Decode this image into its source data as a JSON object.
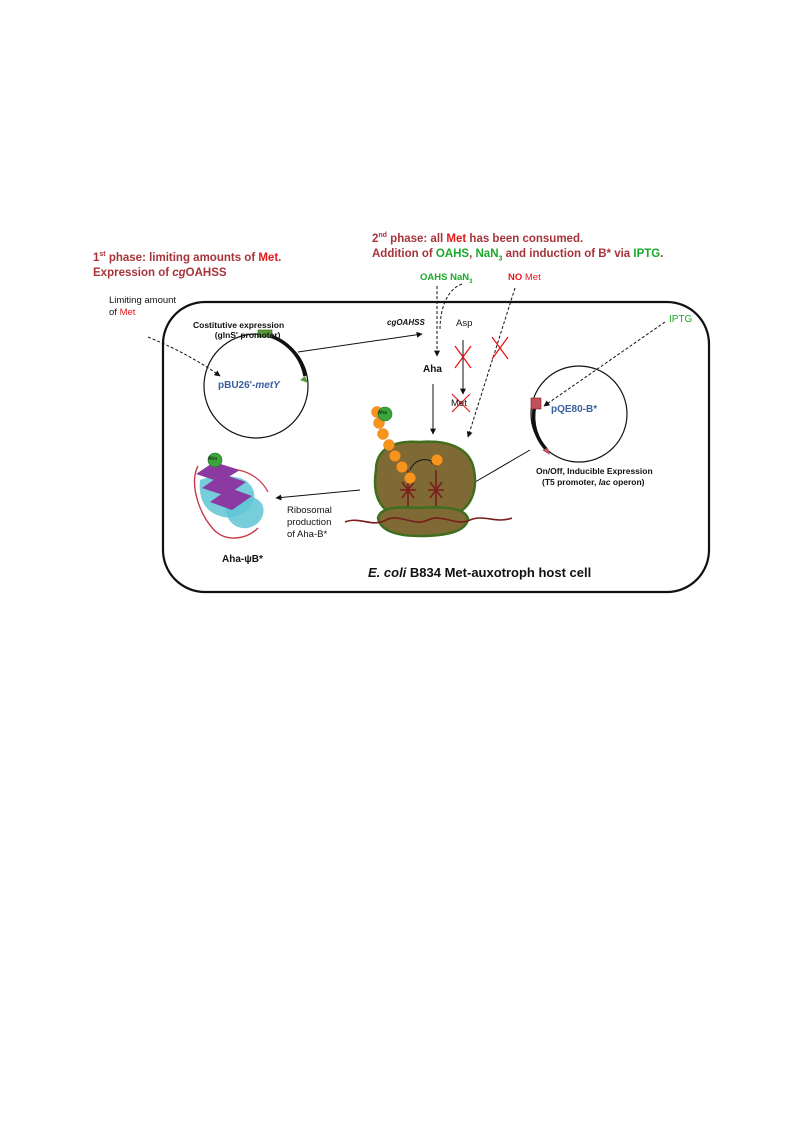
{
  "phase1": {
    "line1_pre": "1",
    "line1_sup": "st",
    "line1_mid": " phase: limiting amounts of ",
    "line1_met": "Met",
    "line1_end": ".",
    "line2_pre": "Expression of ",
    "line2_cg": "cg",
    "line2_end": "OAHSS"
  },
  "phase2": {
    "line1_pre": "2",
    "line1_sup": "nd",
    "line1_mid": " phase: all ",
    "line1_met": "Met",
    "line1_end": " has been consumed.",
    "line2_pre": "Addition of ",
    "line2_oahs": "OAHS",
    "line2_comma": ", ",
    "line2_nan": "NaN",
    "line2_sub": "3",
    "line2_mid": " and induction of B* via ",
    "line2_iptg": "IPTG",
    "line2_end": "."
  },
  "labels": {
    "limiting_line1": "Limiting amount",
    "limiting_of": "of ",
    "limiting_met": "Met",
    "constitutive_line1": "Costitutive expression",
    "constitutive_line2": "(glnS' promoter)",
    "plasmid1_pre": "pBU26'-",
    "plasmid1_ital": "metY",
    "cgoahss": "cgOAHSS",
    "oahs": "OAHS",
    "nan": "NaN",
    "nan_sub": "3",
    "no": "NO",
    "no_met": " Met",
    "asp": "Asp",
    "met": "Met",
    "aha": "Aha",
    "aha_bead": "Aha",
    "aha_protein_bead": "Aha",
    "iptg": "IPTG",
    "plasmid2": "pQE80-B*",
    "onoff_line1": "On/Off, Inducible Expression",
    "onoff_line2_pre": "(T5 promoter, ",
    "onoff_line2_ital": "lac",
    "onoff_line2_end": " operon)",
    "ribo_line1": "Ribosomal",
    "ribo_line2": "production",
    "ribo_line3": "of Aha-B*",
    "protein_label": "Aha-ψB*",
    "cell_ital": "E. coli",
    "cell_rest": " B834 Met-auxotroph host cell"
  },
  "colors": {
    "phase_text": "#a6343a",
    "met_red": "#e8191d",
    "green_text": "#1aa82a",
    "plasmid_blue": "#3a5fa0",
    "ribosome_fill": "#7f6a35",
    "ribosome_edge": "#3f6e1e",
    "bead_orange": "#f7941d",
    "aha_green": "#3aa63a",
    "mrna": "#7a1d1d",
    "helix_cyan": "#5fc6d4",
    "sheet_purple": "#8a3aa0"
  }
}
